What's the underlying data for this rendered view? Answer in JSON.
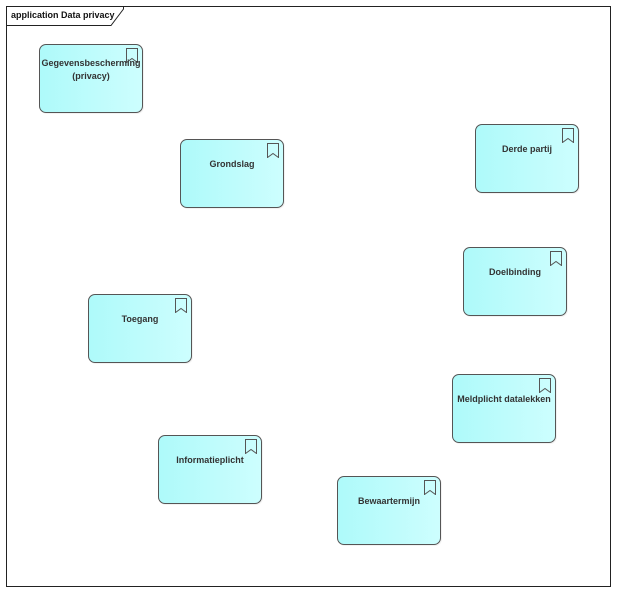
{
  "diagram": {
    "title": "application Data privacy"
  },
  "nodes": [
    {
      "id": "gegevensbescherming",
      "label": "Gegevensbescherming (privacy)",
      "icon": "bookmark-icon"
    },
    {
      "id": "grondslag",
      "label": "Grondslag",
      "icon": "bookmark-icon"
    },
    {
      "id": "derde-partij",
      "label": "Derde partij",
      "icon": "bookmark-icon"
    },
    {
      "id": "doelbinding",
      "label": "Doelbinding",
      "icon": "bookmark-icon"
    },
    {
      "id": "toegang",
      "label": "Toegang",
      "icon": "bookmark-icon"
    },
    {
      "id": "meldplicht",
      "label": "Meldplicht datalekken",
      "icon": "bookmark-icon"
    },
    {
      "id": "informatieplicht",
      "label": "Informatieplicht",
      "icon": "bookmark-icon"
    },
    {
      "id": "bewaartermijn",
      "label": "Bewaartermijn",
      "icon": "bookmark-icon"
    }
  ],
  "colors": {
    "node_fill": "#bffcfc",
    "node_border": "#555555",
    "frame_border": "#222222"
  }
}
